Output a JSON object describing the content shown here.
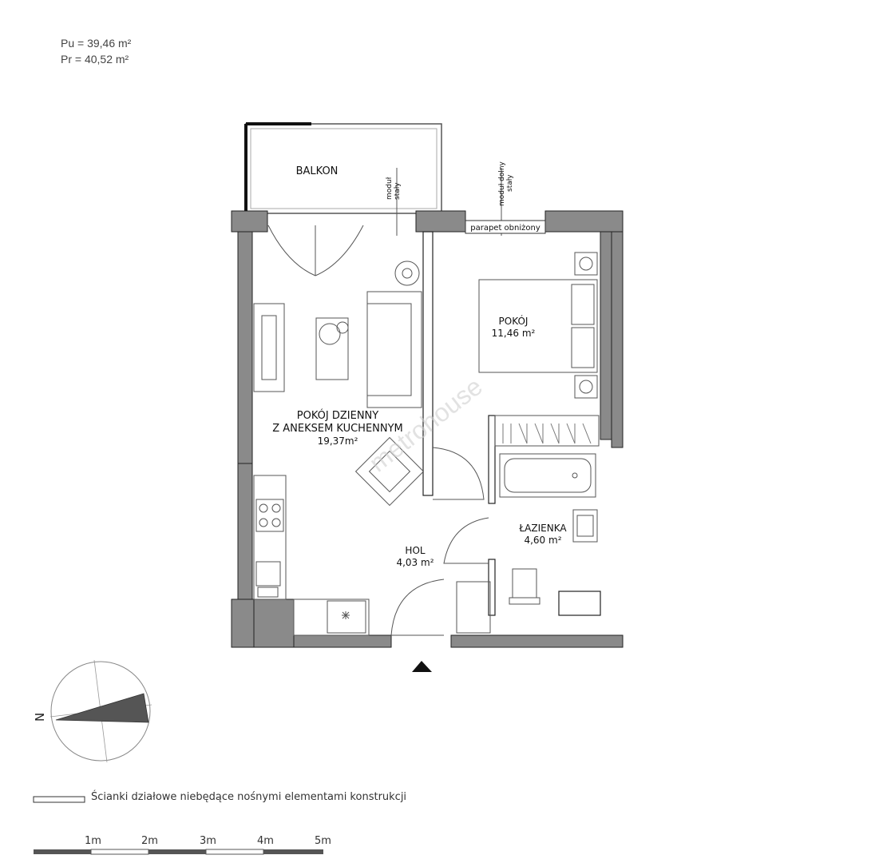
{
  "areas": {
    "pu": "Pu = 39,46 m²",
    "pr": "Pr = 40,52 m²"
  },
  "rooms": {
    "balkon": "BALKON",
    "pokoj_name": "POKÓJ",
    "pokoj_area": "11,46 m²",
    "dzienny_line1": "POKÓJ DZIENNY",
    "dzienny_line2": "Z ANEKSEM KUCHENNYM",
    "dzienny_area": "19,37m²",
    "lazienka_name": "ŁAZIENKA",
    "lazienka_area": "4,60 m²",
    "hol_name": "HOL",
    "hol_area": "4,03 m²"
  },
  "annotations": {
    "modul_staly_1": "moduł",
    "modul_staly_2": "stały",
    "modul_dolny_1": "moduł dolny",
    "modul_dolny_2": "stały",
    "parapet": "parapet obniżony",
    "watermark": "metrohouse"
  },
  "compass": {
    "north": "N"
  },
  "legend": {
    "text": "Ścianki działowe niebędące nośnymi elementami konstrukcji"
  },
  "scale": {
    "ticks": [
      "1m",
      "2m",
      "3m",
      "4m",
      "5m"
    ]
  },
  "colors": {
    "wall": "#8a8a8a",
    "line": "#333333",
    "compass_fill": "#555555"
  }
}
